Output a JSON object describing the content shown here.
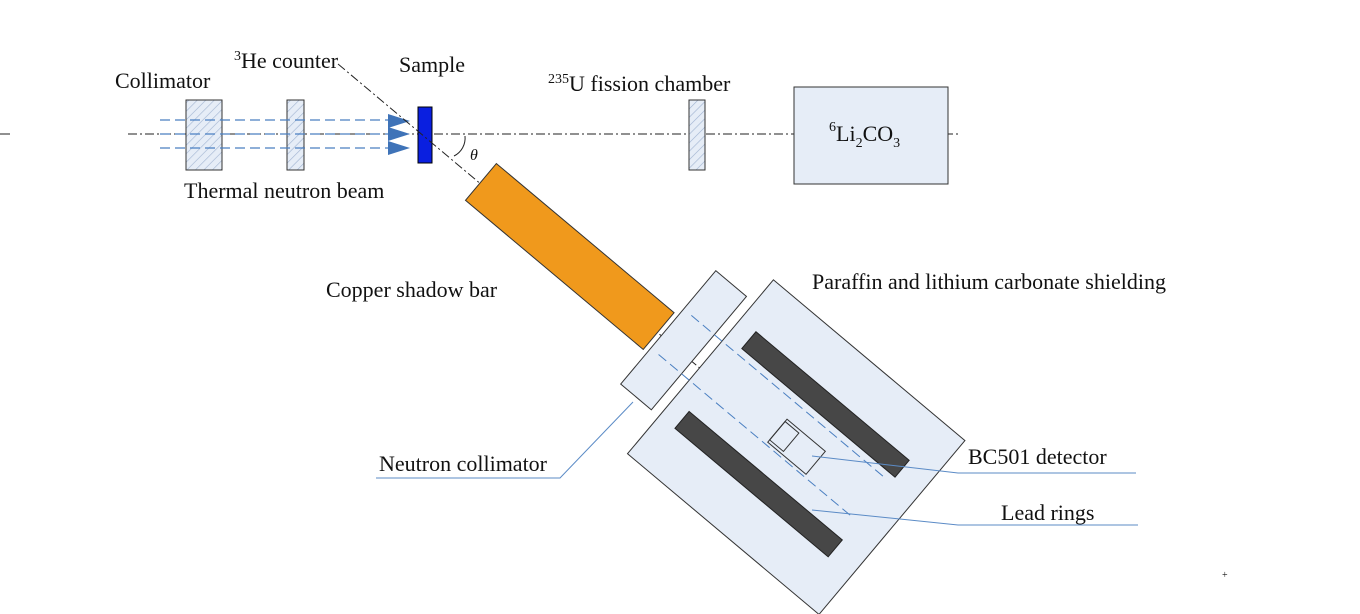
{
  "labels": {
    "collimator": "Collimator",
    "he_counter_sup": "3",
    "he_counter": "He counter",
    "sample": "Sample",
    "fission_sup": "235",
    "fission": "U fission chamber",
    "li_sup": "6",
    "li_a": "Li",
    "li_sub1": "2",
    "li_b": "CO",
    "li_sub2": "3",
    "thermal_beam": "Thermal neutron beam",
    "theta": "θ",
    "copper_bar": "Copper shadow bar",
    "shielding": "Paraffin and lithium carbonate shielding",
    "neutron_collimator": "Neutron collimator",
    "bc501": "BC501 detector",
    "lead_rings": "Lead rings"
  },
  "colors": {
    "copper": "#F0991C",
    "sample": "#0A1FE0",
    "panel": "#E6EDF7",
    "lead": "#474747",
    "beam": "#4A7FC1",
    "leader": "#5B8BC6"
  }
}
